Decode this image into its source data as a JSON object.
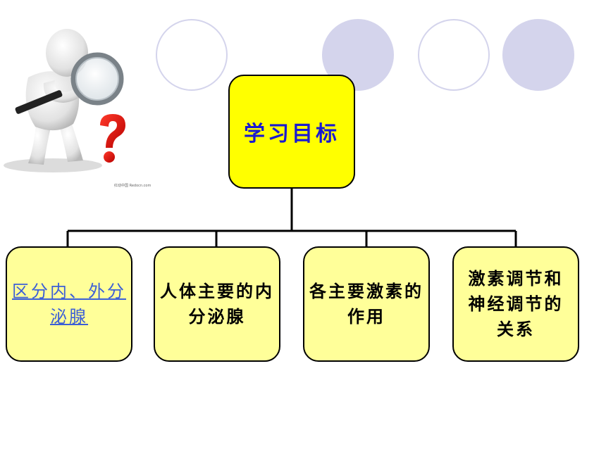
{
  "diagram": {
    "root": {
      "label": "学习目标"
    },
    "children": [
      {
        "label": "区分内、外分泌腺",
        "link": true
      },
      {
        "label": "人体主要的内分泌腺",
        "link": false
      },
      {
        "label": "各主要激素的作用",
        "link": false
      },
      {
        "label": "激素调节和神经调节的关系",
        "link": false
      }
    ]
  },
  "illustration": {
    "icon": "magnifier-question-figure-icon",
    "watermark": "红动中国 Redocn.com"
  },
  "colors": {
    "root_fill": "#ffff00",
    "root_text": "#1a1ad0",
    "child_fill": "#ffff99",
    "link_text": "#3c5fd6",
    "circle": "#d4d4ec"
  }
}
